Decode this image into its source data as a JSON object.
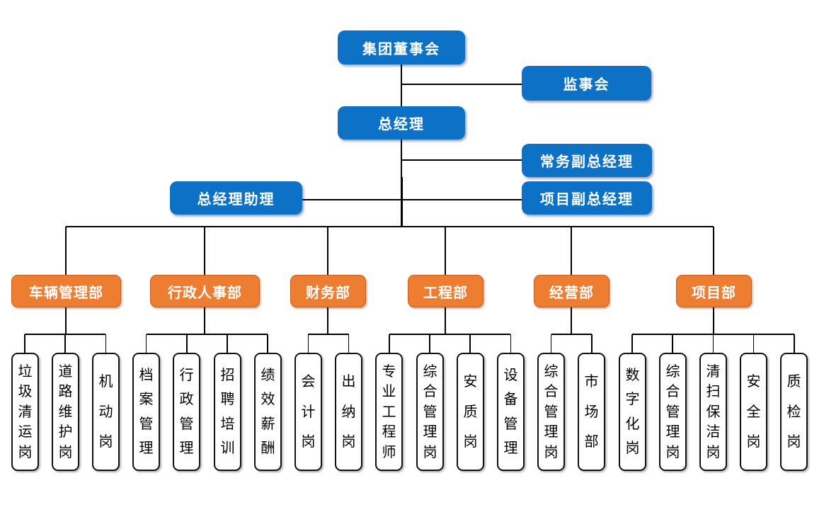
{
  "colors": {
    "executive_blue": "#0D72C6",
    "department_orange": "#ED7D31",
    "department_border": "#C55F22",
    "connector_line": "#000000",
    "position_bg": "#FFFFFF",
    "position_border": "#111111",
    "executive_text": "#FFFFFF",
    "position_text": "#000000"
  },
  "org": {
    "root": {
      "label": "集团董事会"
    },
    "supervisory": {
      "label": "监事会"
    },
    "gm": {
      "label": "总经理"
    },
    "exec_deputy": {
      "label": "常务副总经理"
    },
    "gm_assistant": {
      "label": "总经理助理"
    },
    "project_deputy": {
      "label": "项目副总经理"
    },
    "departments": [
      {
        "label": "车辆管理部",
        "children": [
          {
            "label": "垃圾清运岗"
          },
          {
            "label": "道路维护岗"
          },
          {
            "label": "机动岗"
          }
        ]
      },
      {
        "label": "行政人事部",
        "children": [
          {
            "label": "档案管理"
          },
          {
            "label": "行政管理"
          },
          {
            "label": "招聘培训"
          },
          {
            "label": "绩效薪酬"
          }
        ]
      },
      {
        "label": "财务部",
        "children": [
          {
            "label": "会计岗"
          },
          {
            "label": "出纳岗"
          }
        ]
      },
      {
        "label": "工程部",
        "children": [
          {
            "label": "专业工程师"
          },
          {
            "label": "综合管理岗"
          },
          {
            "label": "安质岗"
          },
          {
            "label": "设备管理"
          }
        ]
      },
      {
        "label": "经营部",
        "children": [
          {
            "label": "综合管理岗"
          },
          {
            "label": "市场部"
          }
        ]
      },
      {
        "label": "项目部",
        "children": [
          {
            "label": "数字化岗"
          },
          {
            "label": "综合管理岗"
          },
          {
            "label": "清扫保洁岗"
          },
          {
            "label": "安全岗"
          },
          {
            "label": "质检岗"
          }
        ]
      }
    ]
  }
}
